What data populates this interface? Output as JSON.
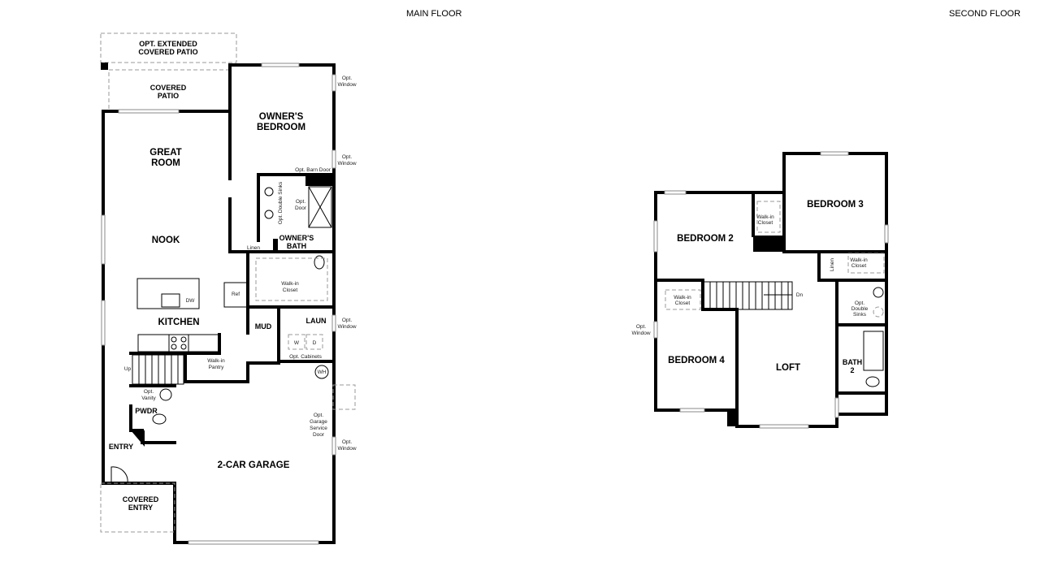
{
  "main_floor": {
    "title": "MAIN FLOOR",
    "rooms": {
      "opt_extended_patio": [
        "OPT. EXTENDED",
        "COVERED PATIO"
      ],
      "covered_patio": [
        "COVERED",
        "PATIO"
      ],
      "owners_bedroom": [
        "OWNER'S",
        "BEDROOM"
      ],
      "great_room": [
        "GREAT",
        "ROOM"
      ],
      "nook": "NOOK",
      "kitchen": "KITCHEN",
      "owners_bath": [
        "OWNER'S",
        "BATH"
      ],
      "mud": "MUD",
      "laun": "LAUN",
      "pwdr": "PWDR",
      "entry": "ENTRY",
      "garage": "2-CAR GARAGE",
      "covered_entry": [
        "COVERED",
        "ENTRY"
      ]
    },
    "notes": {
      "linen": "Linen",
      "walkin_closet": [
        "Walk-in",
        "Closet"
      ],
      "ref": "Ref",
      "dw": "DW",
      "washer": "W",
      "dryer": "D",
      "opt_cabinets": "Opt. Cabinets",
      "pantry": [
        "Walk-in",
        "Pantry"
      ],
      "up": "Up",
      "wh": "WH",
      "opt_vanity": [
        "Opt.",
        "Vanity"
      ],
      "opt_garage_door": [
        "Opt.",
        "Garage",
        "Service",
        "Door"
      ],
      "opt_window": [
        "Opt.",
        "Window"
      ],
      "opt_barn_door": "Opt. Barn Door",
      "opt_door": [
        "Opt.",
        "Door"
      ],
      "opt_double_sinks": "Opt. Double Sinks"
    }
  },
  "second_floor": {
    "title": "SECOND FLOOR",
    "rooms": {
      "bedroom3": "BEDROOM 3",
      "bedroom2": "BEDROOM 2",
      "bedroom4": "BEDROOM 4",
      "loft": "LOFT",
      "bath2": [
        "BATH",
        "2"
      ]
    },
    "notes": {
      "walkin_closet": [
        "Walk-in",
        "Closet"
      ],
      "linen": "Linen",
      "dn": "Dn",
      "opt_double_sinks": [
        "Opt.",
        "Double",
        "Sinks"
      ],
      "opt_window": [
        "Opt.",
        "Window"
      ]
    }
  }
}
